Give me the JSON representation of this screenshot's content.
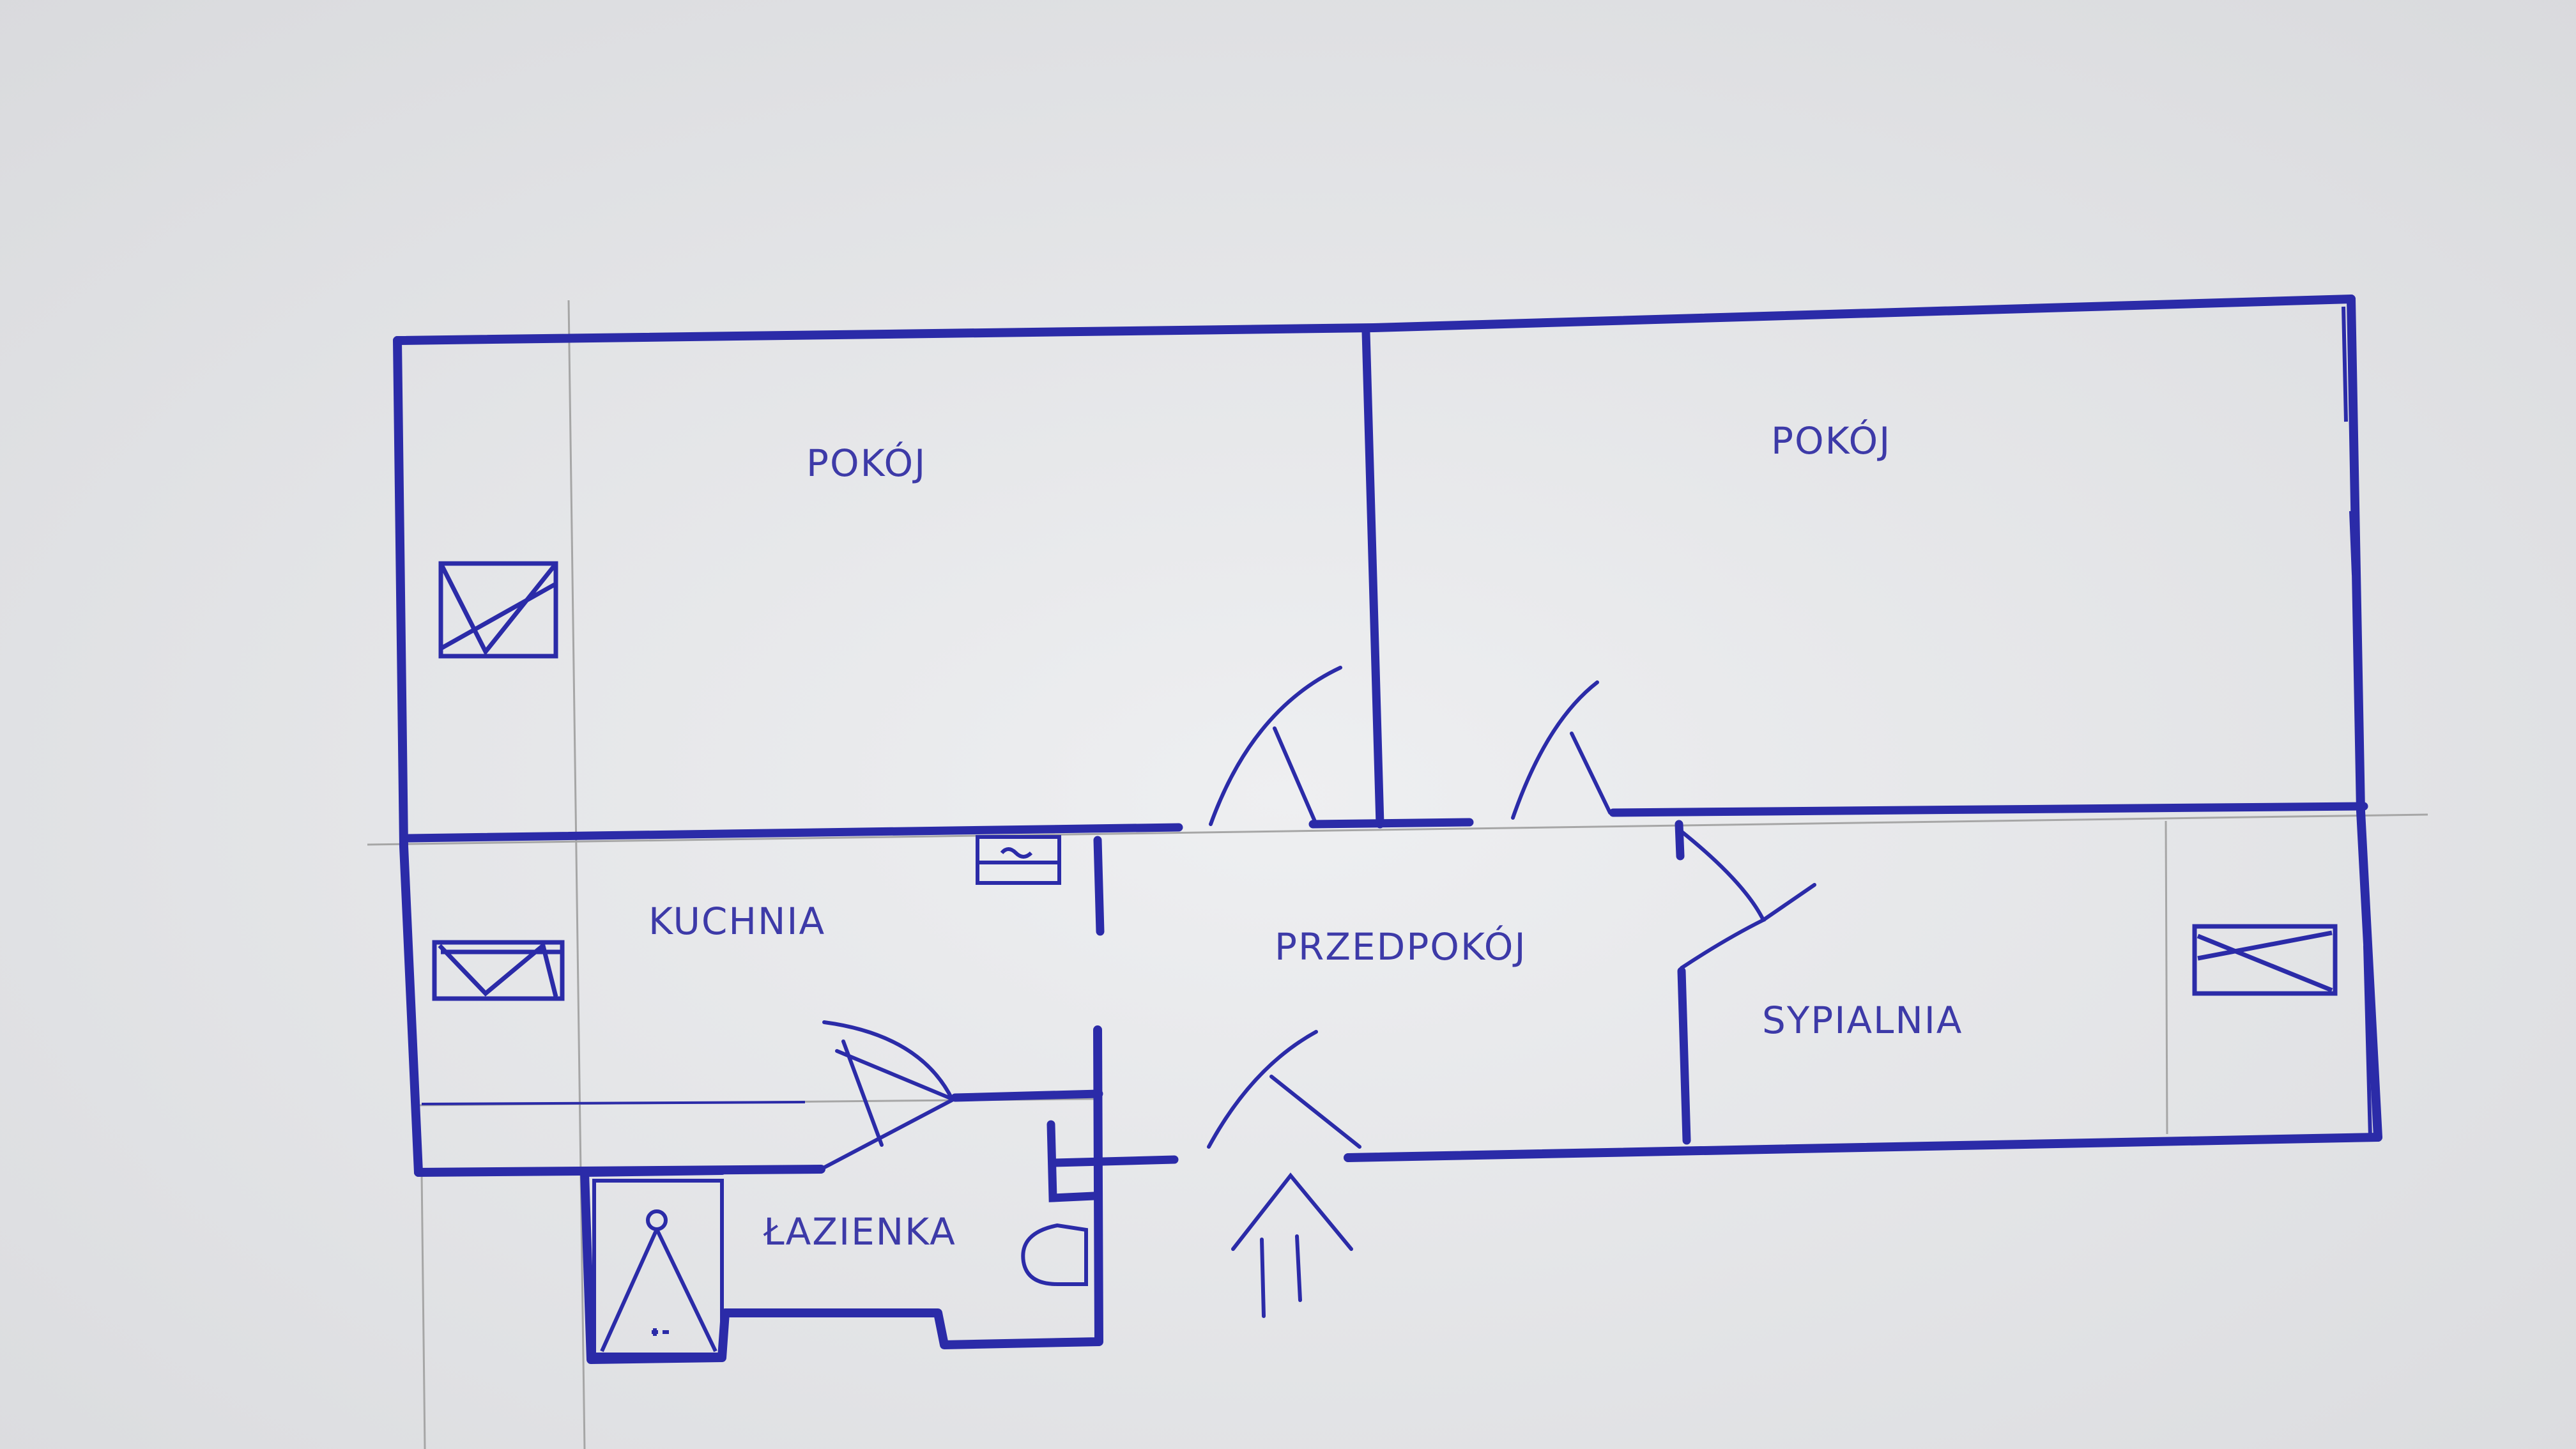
{
  "colors": {
    "paper": "#e6e7e9",
    "ink": "#2b2ba8",
    "pencil": "#a6a6a6"
  },
  "rooms": {
    "pokoj_left": "POKÓJ",
    "pokoj_right": "POKÓJ",
    "kuchnia": "KUCHNIA",
    "przedpokoj": "PRZEDPOKÓJ",
    "sypialnia": "SYPIALNIA",
    "lazienka": "ŁAZIENKA"
  },
  "icons": {
    "windows": "window-icon",
    "stove": "stove-icon",
    "shower": "shower-icon",
    "toilet": "toilet-icon",
    "entrance": "entrance-arrow-icon"
  }
}
